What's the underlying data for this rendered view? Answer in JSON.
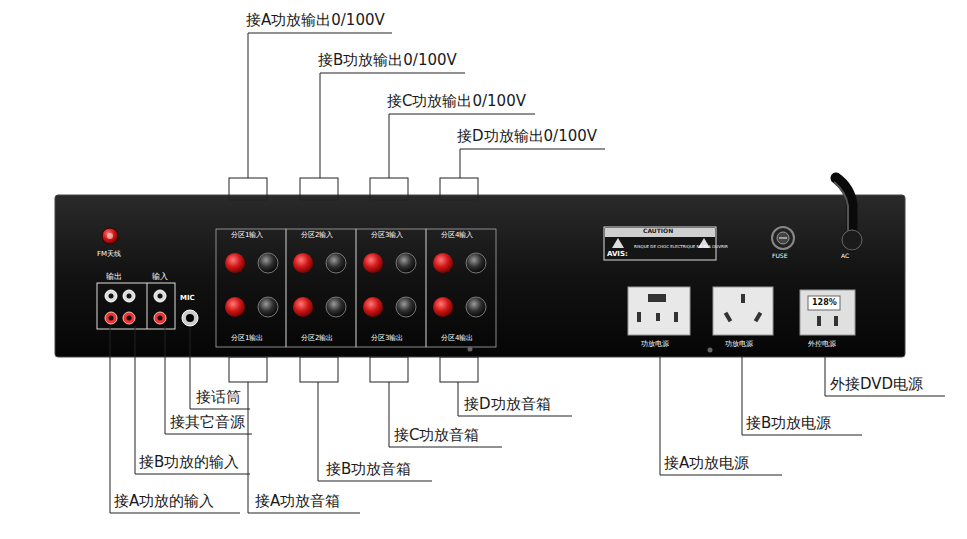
{
  "diagram": {
    "labels": [
      "接A功放输出0/100V",
      "接B功放输出0/100V",
      "接C功放输出0/100V",
      "接D功放输出0/100V",
      "FM天线",
      "输出",
      "输入",
      "MIC",
      "分区1输入",
      "分区2输入",
      "分区3输入",
      "分区4输入",
      "分区1输出",
      "分区2输出",
      "分区3输出",
      "分区4输出",
      "CAUTION",
      "AVIS:",
      "RISQUE DE CHOC ELECTRIQUE NE PAS OUVRIR",
      "FUSE",
      "AC",
      "功放电源",
      "功放电源",
      "128%",
      "外控电源",
      "接话筒",
      "接其它音源",
      "接B功放的输入",
      "接A功放的输入",
      "接A功放音箱",
      "接B功放音箱",
      "接C功放音箱",
      "接D功放音箱",
      "外接DVD电源",
      "接B功放电源",
      "接A功放电源"
    ]
  }
}
